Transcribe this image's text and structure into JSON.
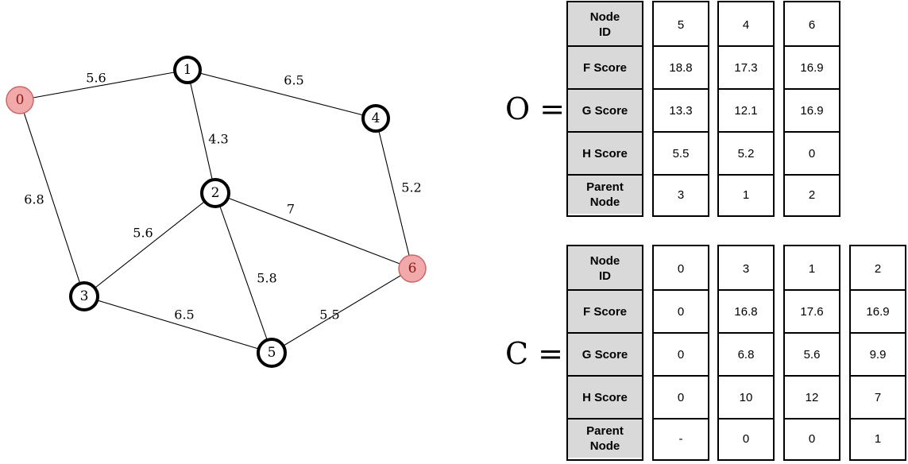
{
  "graph": {
    "nodes": [
      {
        "id": "0",
        "highlight": true
      },
      {
        "id": "1",
        "highlight": false
      },
      {
        "id": "2",
        "highlight": false
      },
      {
        "id": "3",
        "highlight": false
      },
      {
        "id": "4",
        "highlight": false
      },
      {
        "id": "5",
        "highlight": false
      },
      {
        "id": "6",
        "highlight": true
      }
    ],
    "edges": [
      {
        "from": "0",
        "to": "1",
        "weight": "5.6"
      },
      {
        "from": "1",
        "to": "4",
        "weight": "6.5"
      },
      {
        "from": "1",
        "to": "2",
        "weight": "4.3"
      },
      {
        "from": "0",
        "to": "3",
        "weight": "6.8"
      },
      {
        "from": "4",
        "to": "6",
        "weight": "5.2"
      },
      {
        "from": "2",
        "to": "6",
        "weight": "7"
      },
      {
        "from": "2",
        "to": "3",
        "weight": "5.6"
      },
      {
        "from": "2",
        "to": "5",
        "weight": "5.8"
      },
      {
        "from": "3",
        "to": "5",
        "weight": "6.5"
      },
      {
        "from": "5",
        "to": "6",
        "weight": "5.5"
      }
    ],
    "highlight_fill": "#f2a9a9"
  },
  "row_headers": [
    "Node\nID",
    "F Score",
    "G Score",
    "H Score",
    "Parent\nNode"
  ],
  "open_set": {
    "label": "O =",
    "columns": [
      [
        "5",
        "18.8",
        "13.3",
        "5.5",
        "3"
      ],
      [
        "4",
        "17.3",
        "12.1",
        "5.2",
        "1"
      ],
      [
        "6",
        "16.9",
        "16.9",
        "0",
        "2"
      ]
    ]
  },
  "closed_set": {
    "label": "C =",
    "columns": [
      [
        "0",
        "0",
        "0",
        "0",
        "-"
      ],
      [
        "3",
        "16.8",
        "6.8",
        "10",
        "0"
      ],
      [
        "1",
        "17.6",
        "5.6",
        "12",
        "0"
      ],
      [
        "2",
        "16.9",
        "9.9",
        "7",
        "1"
      ]
    ]
  }
}
